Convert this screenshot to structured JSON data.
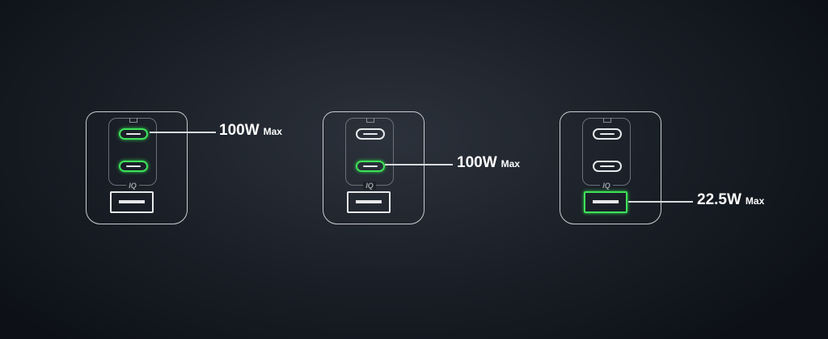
{
  "callouts": [
    {
      "watts": "100W",
      "suffix": "Max",
      "active_port": "usb-c-1"
    },
    {
      "watts": "100W",
      "suffix": "Max",
      "active_port": "usb-c-2"
    },
    {
      "watts": "22.5W",
      "suffix": "Max",
      "active_port": "usb-a"
    }
  ],
  "badge": "IQ",
  "colors": {
    "active": "#3fe25a",
    "outline": "#e6e8ea"
  }
}
